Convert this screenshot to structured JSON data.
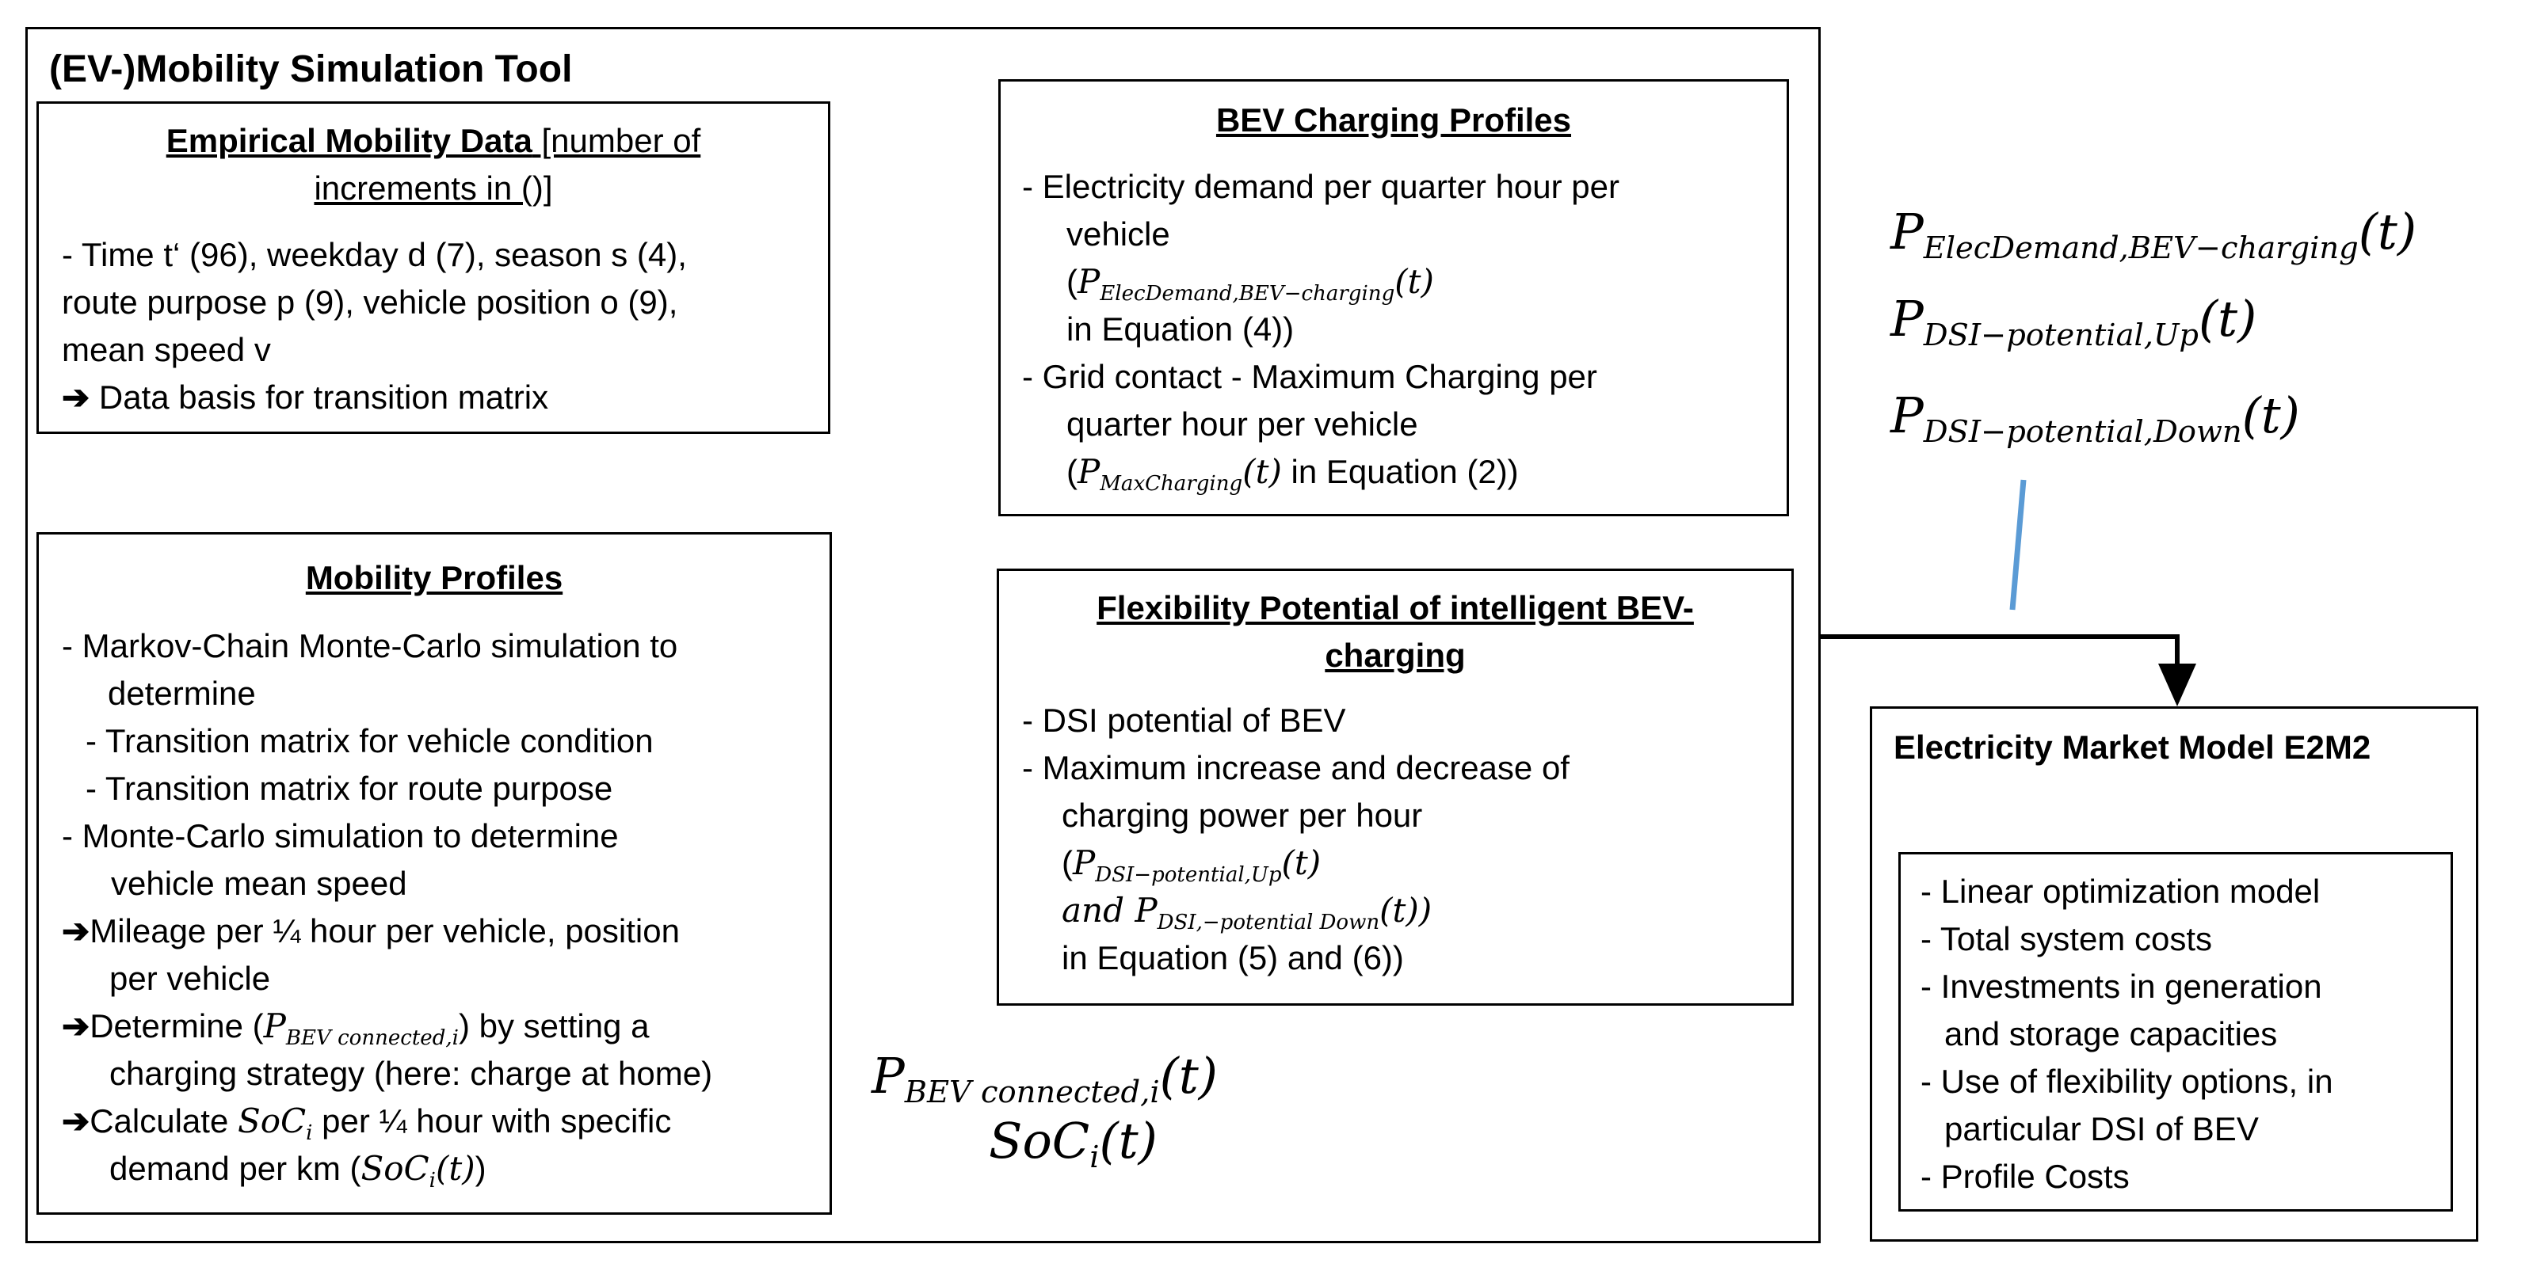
{
  "main_frame": {
    "title": "(EV-)Mobility Simulation Tool"
  },
  "empirical": {
    "title_bold": "Empirical Mobility Data",
    "title_rest_1": " [number of",
    "title_rest_2": "increments in ()]",
    "lines": [
      "- Time t‘ (96), weekday d (7), season s (4),",
      "route purpose p (9), vehicle position o (9),",
      "mean speed v",
      "Data basis for transition matrix"
    ]
  },
  "mobility": {
    "title": "Mobility Profiles",
    "l1": "-   Markov-Chain Monte-Carlo simulation to",
    "l2": "determine",
    "l3": "-   Transition matrix for vehicle condition",
    "l4": "-   Transition matrix for route purpose",
    "l5": "-   Monte-Carlo simulation to determine",
    "l6": "vehicle mean speed",
    "l7": "Mileage per ¼ hour per vehicle, position",
    "l8": "per vehicle",
    "l9a": "Determine (",
    "l9b": "P",
    "l9c": "BEV connected,i",
    "l9d": ") by setting a",
    "l10": "charging strategy (here: charge at home)",
    "l11a": "Calculate ",
    "l11b": "SoC",
    "l11c": "i",
    "l11d": " per ¼ hour with specific",
    "l12a": "demand per km (",
    "l12b": "SoC",
    "l12c": "i",
    "l12d": "(t)",
    "l12e": ")"
  },
  "bev": {
    "title": "BEV Charging Profiles",
    "l1": "-    Electricity demand per quarter hour per",
    "l2": "vehicle",
    "l3a": "(",
    "l3b": "P",
    "l3c": "ElecDemand,BEV−charging",
    "l3d": "(t)",
    "l4": "in Equation (4))",
    "l5": "-    Grid contact - Maximum Charging per",
    "l6": "quarter hour per vehicle",
    "l7a": "(",
    "l7b": "P",
    "l7c": "MaxCharging",
    "l7d": "(t)",
    "l7e": " in Equation (2))"
  },
  "flex": {
    "title_1": "Flexibility Potential of intelligent BEV-",
    "title_2": "charging",
    "l1": "-    DSI potential of BEV",
    "l2": "-    Maximum increase and decrease of",
    "l3": "charging power per hour",
    "l4a": "(",
    "l4b": "P",
    "l4c": "DSI−potential,Up",
    "l4d": "(t)",
    "l5a": "and P",
    "l5b": "DSI,−potential Down",
    "l5c": "(t))",
    "l6": "in Equation (5) and (6))"
  },
  "outputs_right": {
    "f1_main": "P",
    "f1_sub": "ElecDemand,BEV−charging",
    "f1_arg": "(t)",
    "f2_main": "P",
    "f2_sub": "DSI−potential,Up",
    "f2_arg": "(t)",
    "f3_main": "P",
    "f3_sub": "DSI−potential,Down",
    "f3_arg": "(t)"
  },
  "outputs_bottom": {
    "f1_main": "P",
    "f1_sub": "BEV connected,i",
    "f1_arg": "(t)",
    "f2_main": "SoC",
    "f2_sub": "i",
    "f2_arg": "(t)"
  },
  "e2m2": {
    "title": "Electricity Market Model E2M2",
    "items": [
      "- Linear optimization model",
      "- Total system costs",
      "- Investments in generation",
      "and storage capacities",
      "- Use of flexibility options, in",
      "particular DSI of BEV",
      "- Profile Costs"
    ]
  },
  "colors": {
    "line": "#000000",
    "accent": "#5b9bd5"
  }
}
